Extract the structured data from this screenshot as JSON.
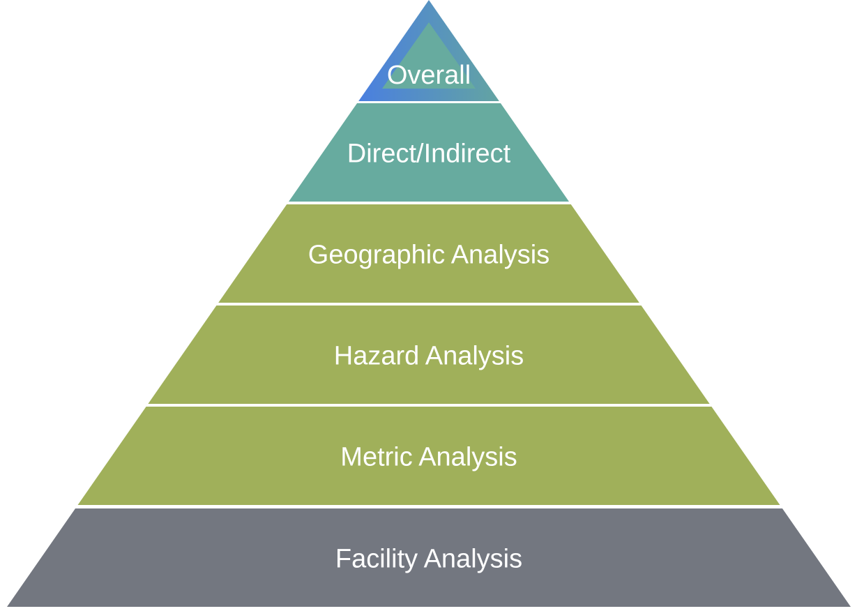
{
  "title": "Analysis pyramid",
  "layers": [
    {
      "label": "Overall",
      "color": "#67ab9f"
    },
    {
      "label": "Direct/Indirect",
      "color": "#67ab9f"
    },
    {
      "label": "Geographic Analysis",
      "color": "#a0b05a"
    },
    {
      "label": "Hazard Analysis",
      "color": "#a0b05a"
    },
    {
      "label": "Metric Analysis",
      "color": "#a0b05a"
    },
    {
      "label": "Facility Analysis",
      "color": "#737780"
    }
  ],
  "apex_gradient": [
    "#4a7fe0",
    "#63a4a2"
  ]
}
